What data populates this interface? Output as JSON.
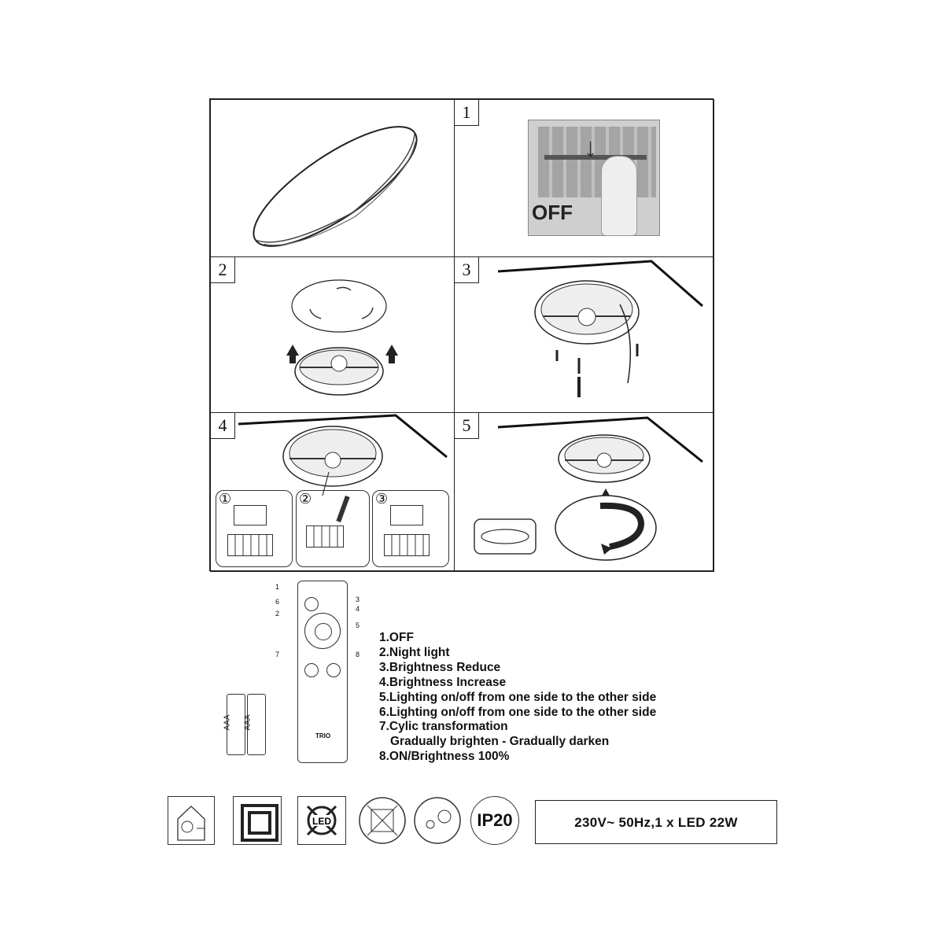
{
  "steps": [
    {
      "number": ""
    },
    {
      "number": "1",
      "off_label": "OFF"
    },
    {
      "number": "2"
    },
    {
      "number": "3"
    },
    {
      "number": "4",
      "sub_steps": [
        "①",
        "②",
        "③"
      ]
    },
    {
      "number": "5"
    }
  ],
  "remote": {
    "callouts": [
      "1",
      "2",
      "3",
      "4",
      "5",
      "6",
      "7",
      "8"
    ],
    "brand": "TRIO",
    "battery_label": "AAA"
  },
  "legend": [
    {
      "text": "1.OFF"
    },
    {
      "text": "2.Night light"
    },
    {
      "text": "3.Brightness Reduce"
    },
    {
      "text": "4.Brightness Increase"
    },
    {
      "text": "5.Lighting on/off from one side to the other side"
    },
    {
      "text": "6.Lighting on/off from one side to the other side"
    },
    {
      "text": "7.Cylic transformation"
    },
    {
      "text": "Gradually brighten - Gradually darken",
      "indent": true
    },
    {
      "text": "8.ON/Brightness 100%"
    }
  ],
  "symbols": [
    {
      "name": "changeable-light-source-icon"
    },
    {
      "name": "protection-class-ii-icon"
    },
    {
      "name": "led-not-replaceable-icon"
    },
    {
      "name": "not-for-insulated-ceilings-icon"
    },
    {
      "name": "minimum-distance-icon"
    },
    {
      "name": "ip-rating-icon",
      "label": "IP20"
    }
  ],
  "spec": "230V~ 50Hz,1 x LED 22W"
}
